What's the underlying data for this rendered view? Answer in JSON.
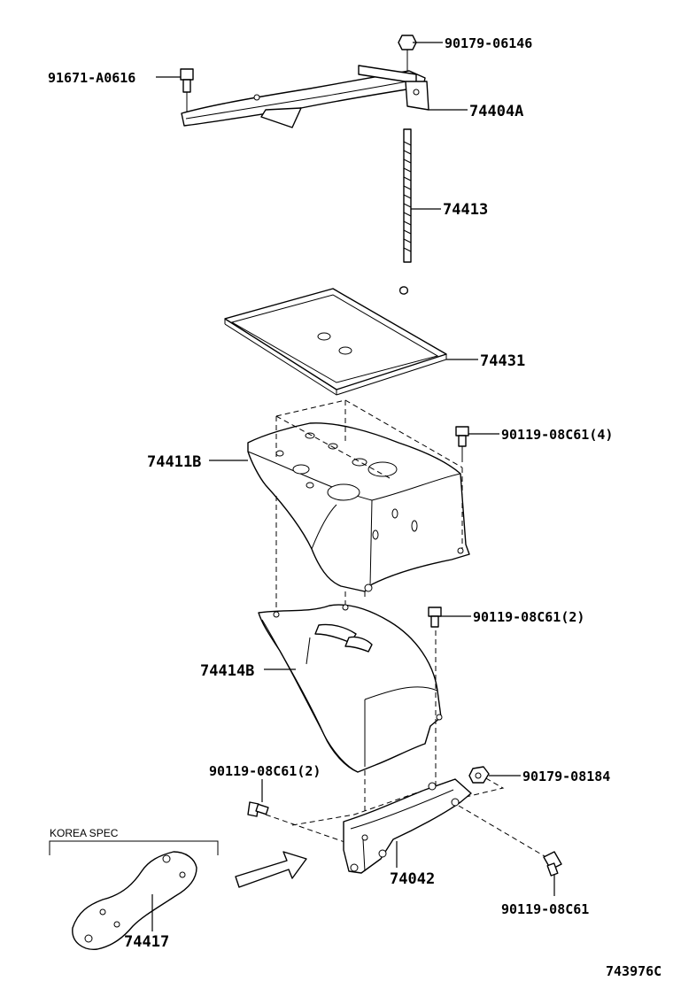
{
  "diagram": {
    "parts": [
      {
        "number": "90179-06146"
      },
      {
        "number": "91671-A0616"
      },
      {
        "number": "74404A"
      },
      {
        "number": "74413"
      },
      {
        "number": "74431"
      },
      {
        "number": "74411B"
      },
      {
        "number": "90119-08C61(4)"
      },
      {
        "number": "74414B"
      },
      {
        "number": "90119-08C61(2)"
      },
      {
        "number": "90119-08C61(2)"
      },
      {
        "number": "90179-08184"
      },
      {
        "number": "74042"
      },
      {
        "number": "90119-08C61"
      },
      {
        "number": "74417"
      }
    ],
    "korea_spec_label": "KOREA SPEC",
    "drawing_id": "743976C"
  }
}
